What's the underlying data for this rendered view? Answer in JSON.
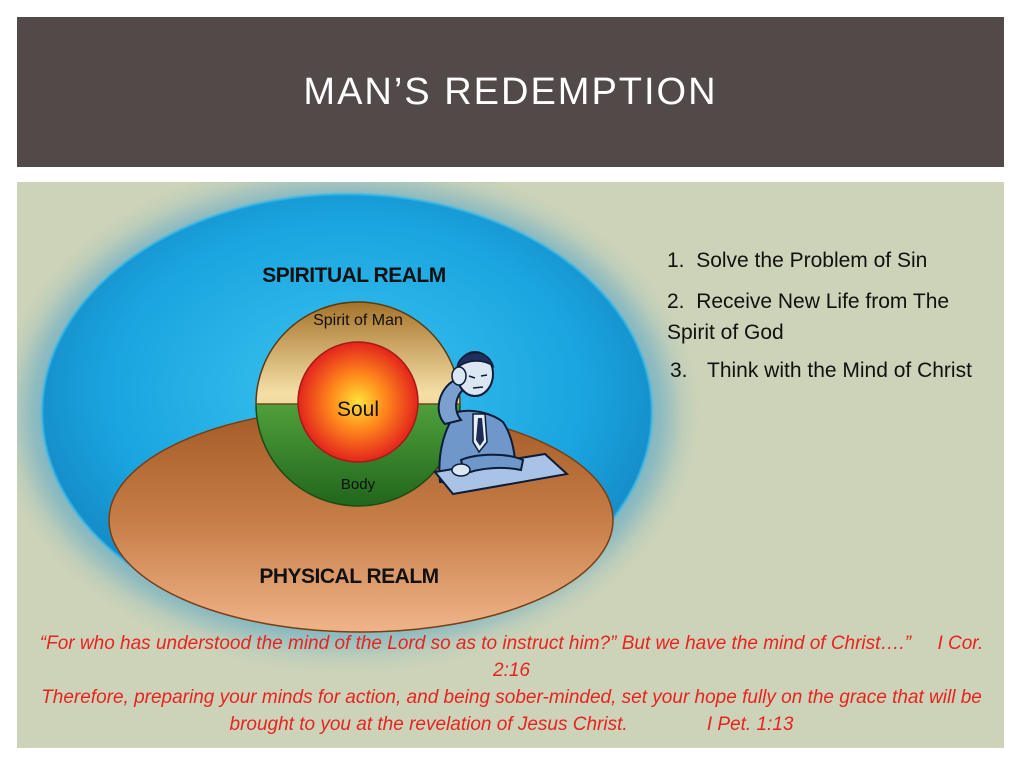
{
  "slide": {
    "title": "MAN’S REDEMPTION"
  },
  "diagram": {
    "spiritual_realm": "SPIRITUAL REALM",
    "physical_realm": "PHYSICAL REALM",
    "spirit_of_man": "Spirit of Man",
    "soul": "Soul",
    "body": "Body",
    "icons": [
      "man-thinking-icon"
    ],
    "colors": {
      "outer_blue": "#1ea3dd",
      "physical_brown": "#b86a36",
      "spirit_gold": "#d8a94c",
      "soul_red": "#e8352a",
      "body_green": "#3d8a2e",
      "background": "#cdd3b8",
      "title_bar": "#524a48",
      "quote_red": "#e8231f"
    }
  },
  "points": [
    {
      "num": "1.",
      "text": "Solve the Problem of Sin"
    },
    {
      "num": "2.",
      "text": "Receive New Life from The Spirit of God"
    },
    {
      "num": "3.",
      "text": "Think with the Mind of Christ"
    }
  ],
  "quotes": {
    "line1": "“For who has understood the mind of the Lord so as to instruct him?” But we have the mind of Christ….”",
    "ref1": "I Cor. 2:16",
    "line2": "Therefore, preparing your minds for action, and being sober-minded, set your hope fully on the grace that will be brought to you at the revelation of Jesus Christ.",
    "ref2": "I Pet. 1:13"
  }
}
